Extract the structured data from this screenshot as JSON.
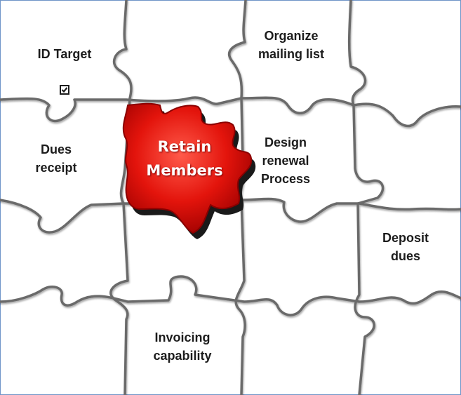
{
  "center_piece": {
    "label": "Retain\nMembers",
    "color": "#e3140c",
    "shadow": "#1a1a1a"
  },
  "pieces": {
    "id_target": {
      "label": "ID Target",
      "icon": "checkbox-checked-icon"
    },
    "organize": {
      "label": "Organize\nmailing  list"
    },
    "dues_receipt": {
      "label": "Dues\nreceipt"
    },
    "design_renewal": {
      "label": "Design\nrenewal\nProcess"
    },
    "deposit_dues": {
      "label": "Deposit\ndues"
    },
    "invoicing": {
      "label": "Invoicing\ncapability"
    }
  },
  "colors": {
    "line": "#6a6a6a",
    "frame": "#6f94c8"
  }
}
